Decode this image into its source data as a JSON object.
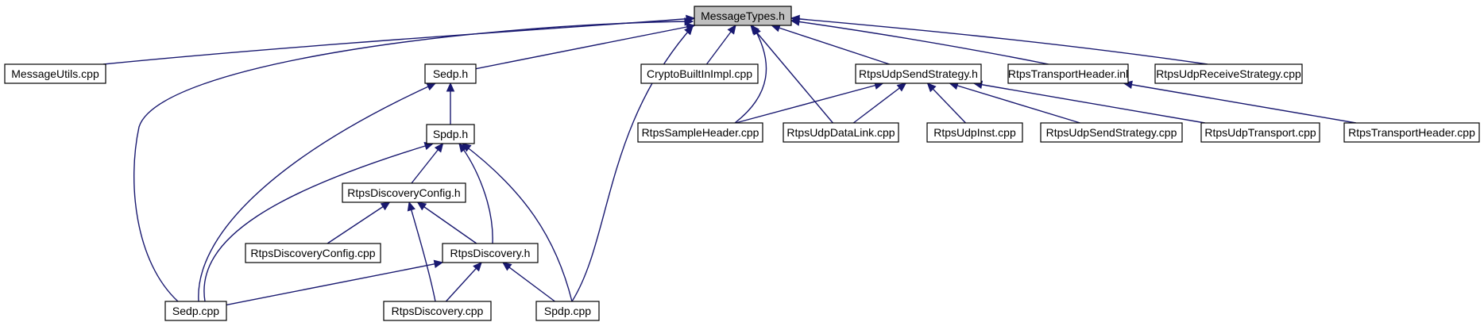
{
  "diagram": {
    "nodes": [
      {
        "id": "messagetypes_h",
        "label": "MessageTypes.h",
        "focus": true
      },
      {
        "id": "messageutils_cpp",
        "label": "MessageUtils.cpp"
      },
      {
        "id": "sedp_h",
        "label": "Sedp.h"
      },
      {
        "id": "cryptobuiltinimpl_cpp",
        "label": "CryptoBuiltInImpl.cpp"
      },
      {
        "id": "rtpsudpsendstrategy_h",
        "label": "RtpsUdpSendStrategy.h"
      },
      {
        "id": "rtpstransportheader_inl",
        "label": "RtpsTransportHeader.inl"
      },
      {
        "id": "rtpsudpreceivestrategy_cpp",
        "label": "RtpsUdpReceiveStrategy.cpp"
      },
      {
        "id": "spdp_h",
        "label": "Spdp.h"
      },
      {
        "id": "rtpssampleheader_cpp",
        "label": "RtpsSampleHeader.cpp"
      },
      {
        "id": "rtpsudpdatalink_cpp",
        "label": "RtpsUdpDataLink.cpp"
      },
      {
        "id": "rtpsudpinst_cpp",
        "label": "RtpsUdpInst.cpp"
      },
      {
        "id": "rtpsudpsendstrategy_cpp",
        "label": "RtpsUdpSendStrategy.cpp"
      },
      {
        "id": "rtpsudptransport_cpp",
        "label": "RtpsUdpTransport.cpp"
      },
      {
        "id": "rtpstransportheader_cpp",
        "label": "RtpsTransportHeader.cpp"
      },
      {
        "id": "rtpsdiscoveryconfig_h",
        "label": "RtpsDiscoveryConfig.h"
      },
      {
        "id": "rtpsdiscoveryconfig_cpp",
        "label": "RtpsDiscoveryConfig.cpp"
      },
      {
        "id": "rtpsdiscovery_h",
        "label": "RtpsDiscovery.h"
      },
      {
        "id": "sedp_cpp",
        "label": "Sedp.cpp"
      },
      {
        "id": "rtpsdiscovery_cpp",
        "label": "RtpsDiscovery.cpp"
      },
      {
        "id": "spdp_cpp",
        "label": "Spdp.cpp"
      }
    ],
    "edges": [
      {
        "from": "messageutils_cpp",
        "to": "messagetypes_h"
      },
      {
        "from": "sedp_h",
        "to": "messagetypes_h"
      },
      {
        "from": "cryptobuiltinimpl_cpp",
        "to": "messagetypes_h"
      },
      {
        "from": "rtpsudpsendstrategy_h",
        "to": "messagetypes_h"
      },
      {
        "from": "rtpstransportheader_inl",
        "to": "messagetypes_h"
      },
      {
        "from": "rtpsudpreceivestrategy_cpp",
        "to": "messagetypes_h"
      },
      {
        "from": "sedp_cpp",
        "to": "messagetypes_h"
      },
      {
        "from": "spdp_cpp",
        "to": "messagetypes_h"
      },
      {
        "from": "rtpssampleheader_cpp",
        "to": "messagetypes_h"
      },
      {
        "from": "rtpsudpdatalink_cpp",
        "to": "messagetypes_h"
      },
      {
        "from": "spdp_h",
        "to": "sedp_h"
      },
      {
        "from": "sedp_cpp",
        "to": "sedp_h"
      },
      {
        "from": "rtpsdiscoveryconfig_h",
        "to": "spdp_h"
      },
      {
        "from": "sedp_cpp",
        "to": "spdp_h"
      },
      {
        "from": "rtpsdiscovery_h",
        "to": "spdp_h"
      },
      {
        "from": "spdp_cpp",
        "to": "spdp_h"
      },
      {
        "from": "rtpsdiscoveryconfig_cpp",
        "to": "rtpsdiscoveryconfig_h"
      },
      {
        "from": "rtpsdiscovery_h",
        "to": "rtpsdiscoveryconfig_h"
      },
      {
        "from": "rtpsdiscovery_cpp",
        "to": "rtpsdiscoveryconfig_h"
      },
      {
        "from": "sedp_cpp",
        "to": "rtpsdiscovery_h"
      },
      {
        "from": "rtpsdiscovery_cpp",
        "to": "rtpsdiscovery_h"
      },
      {
        "from": "spdp_cpp",
        "to": "rtpsdiscovery_h"
      },
      {
        "from": "rtpssampleheader_cpp",
        "to": "rtpsudpsendstrategy_h"
      },
      {
        "from": "rtpsudpdatalink_cpp",
        "to": "rtpsudpsendstrategy_h"
      },
      {
        "from": "rtpsudpinst_cpp",
        "to": "rtpsudpsendstrategy_h"
      },
      {
        "from": "rtpsudpsendstrategy_cpp",
        "to": "rtpsudpsendstrategy_h"
      },
      {
        "from": "rtpsudptransport_cpp",
        "to": "rtpsudpsendstrategy_h"
      },
      {
        "from": "rtpstransportheader_cpp",
        "to": "rtpstransportheader_inl"
      }
    ]
  }
}
